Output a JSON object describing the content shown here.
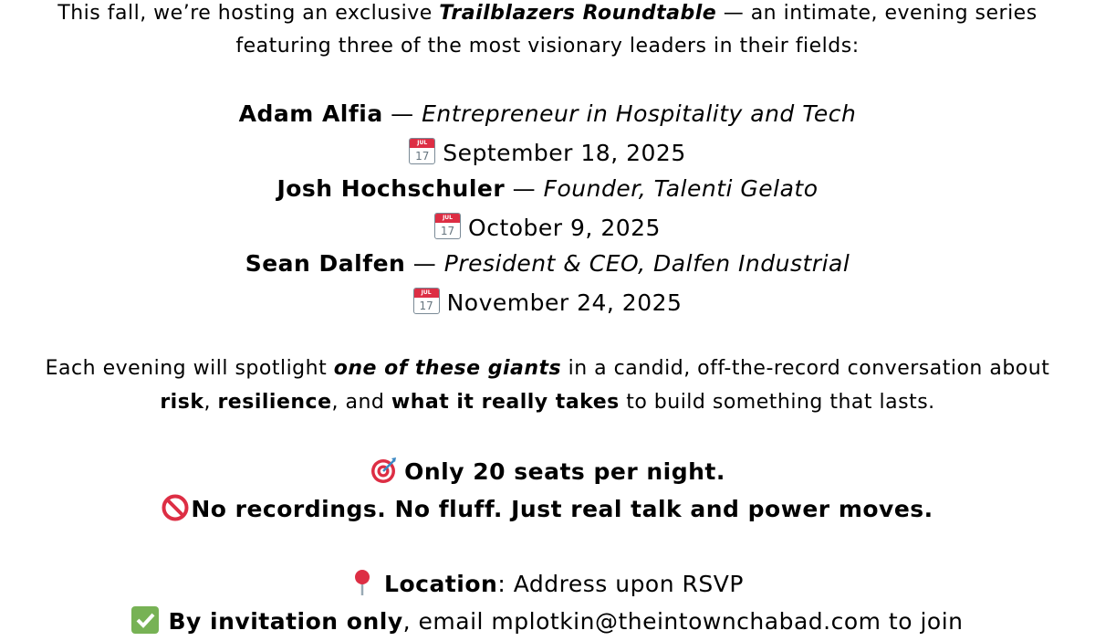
{
  "intro": {
    "line1_pre": "This fall, we’re hosting an exclusive ",
    "line1_title": "Trailblazers Roundtable",
    "line1_post": " — an intimate, evening series",
    "line2": "featuring three of the most visionary leaders in their fields:"
  },
  "speakers": [
    {
      "name": "Adam Alfia",
      "sep": " — ",
      "role": "Entrepreneur in Hospitality and Tech",
      "date": "September 18, 2025"
    },
    {
      "name": "Josh Hochschuler",
      "sep": " — ",
      "role": "Founder, Talenti Gelato",
      "date": "October 9, 2025"
    },
    {
      "name": "Sean Dalfen",
      "sep": " — ",
      "role": "President & CEO, Dalfen Industrial",
      "date": "November 24, 2025"
    }
  ],
  "calendar_icon": {
    "month": "JUL",
    "day": "17"
  },
  "description": {
    "line1_pre": "Each evening will spotlight ",
    "line1_em": "one of these giants",
    "line1_post": " in a candid, off-the-record conversation about",
    "risk": "risk",
    "comma1": ", ",
    "resilience": "resilience",
    "and": ", and ",
    "takes": "what it really takes",
    "line2_post": " to build something that lasts."
  },
  "highlights": {
    "seats": "Only 20 seats per night.",
    "no_recordings": "No recordings. No fluff. Just real talk and power moves."
  },
  "location": {
    "label": "Location",
    "value": ": Address upon RSVP"
  },
  "invite": {
    "label": "By invitation only",
    "text_pre": ", email ",
    "email": "mplotkin@theintownchabad.com",
    "text_post": " to join"
  },
  "icons": {
    "calendar": "calendar-icon",
    "target": "direct-hit-icon",
    "no_entry": "prohibited-icon",
    "pin": "round-pushpin-icon",
    "check": "check-mark-button-icon"
  },
  "colors": {
    "text": "#000000",
    "calendar_red": "#dd2e44",
    "check_green": "#77b255",
    "prohibited_red": "#dd2e44"
  }
}
